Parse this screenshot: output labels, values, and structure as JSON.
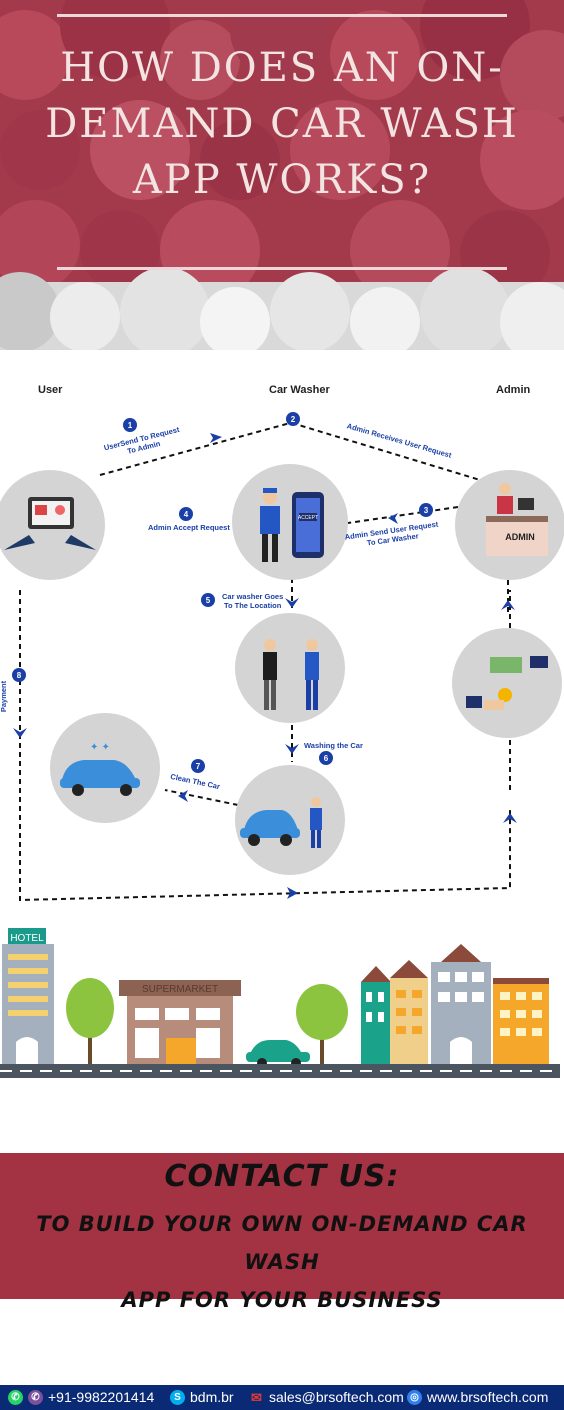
{
  "hero": {
    "title_lines": [
      "HOW DOES AN ON-",
      "DEMAND CAR WASH",
      "APP WORKS?"
    ]
  },
  "flow": {
    "columns": [
      "User",
      "Car Washer",
      "Admin"
    ],
    "steps": [
      {
        "num": "1",
        "label_lines": [
          "UserSend To Request",
          "To Admin"
        ]
      },
      {
        "num": "2",
        "label_lines": [
          "Admin Receives User  Request"
        ]
      },
      {
        "num": "3",
        "label_lines": [
          "Admin Send User Request",
          "To Car Washer"
        ]
      },
      {
        "num": "4",
        "label_lines": [
          "Admin Accept Request"
        ]
      },
      {
        "num": "5",
        "label_lines": [
          "Car washer Goes",
          "To The Location"
        ]
      },
      {
        "num": "6",
        "label_lines": [
          "Washing the Car"
        ]
      },
      {
        "num": "7",
        "label_lines": [
          "Clean The Car"
        ]
      },
      {
        "num": "8",
        "label_lines": [
          "Payment"
        ]
      }
    ],
    "accept_label": "ACCEPT",
    "admin_desk_label": "ADMIN"
  },
  "city": {
    "hotel_sign": "HOTEL",
    "supermarket_sign": "SUPERMARKET"
  },
  "contact": {
    "heading": "CONTACT US:",
    "line1": "TO BUILD YOUR OWN ON-DEMAND CAR WASH",
    "line2": "APP FOR YOUR BUSINESS"
  },
  "footer": {
    "phone": "+91-9982201414",
    "skype": "bdm.br",
    "email": "sales@brsoftech.com",
    "website": "www.brsoftech.com"
  },
  "colors": {
    "hero_red": "#a33a4c",
    "contact_red": "#a33242",
    "footer_blue": "#0a2a75",
    "step_blue": "#1a3fa6"
  }
}
